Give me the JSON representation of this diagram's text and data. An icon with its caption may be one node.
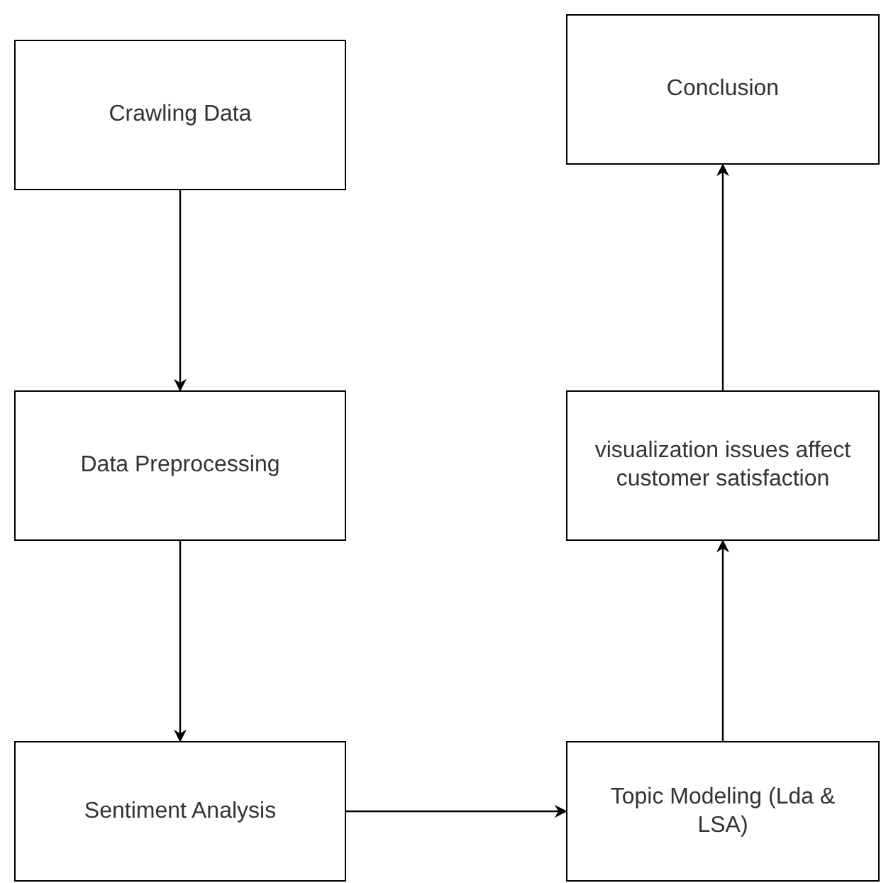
{
  "diagram": {
    "nodes": [
      {
        "text": [
          "Crawling Data"
        ]
      },
      {
        "text": [
          "Data Preprocessing"
        ]
      },
      {
        "text": [
          "Sentiment Analysis"
        ]
      },
      {
        "text": [
          "Topic Modeling (Lda & LSA)"
        ]
      },
      {
        "text": [
          "visualization issues affect customer satisfaction"
        ]
      },
      {
        "text": [
          "Conclusion"
        ]
      }
    ],
    "edges": [
      {
        "from": 0,
        "to": 1,
        "arrow": "to"
      },
      {
        "from": 1,
        "to": 2,
        "arrow": "to"
      },
      {
        "from": 2,
        "to": 3,
        "arrow": "to"
      },
      {
        "from": 3,
        "to": 4,
        "arrow": "to"
      },
      {
        "from": 4,
        "to": 5,
        "arrow": "to"
      }
    ]
  }
}
